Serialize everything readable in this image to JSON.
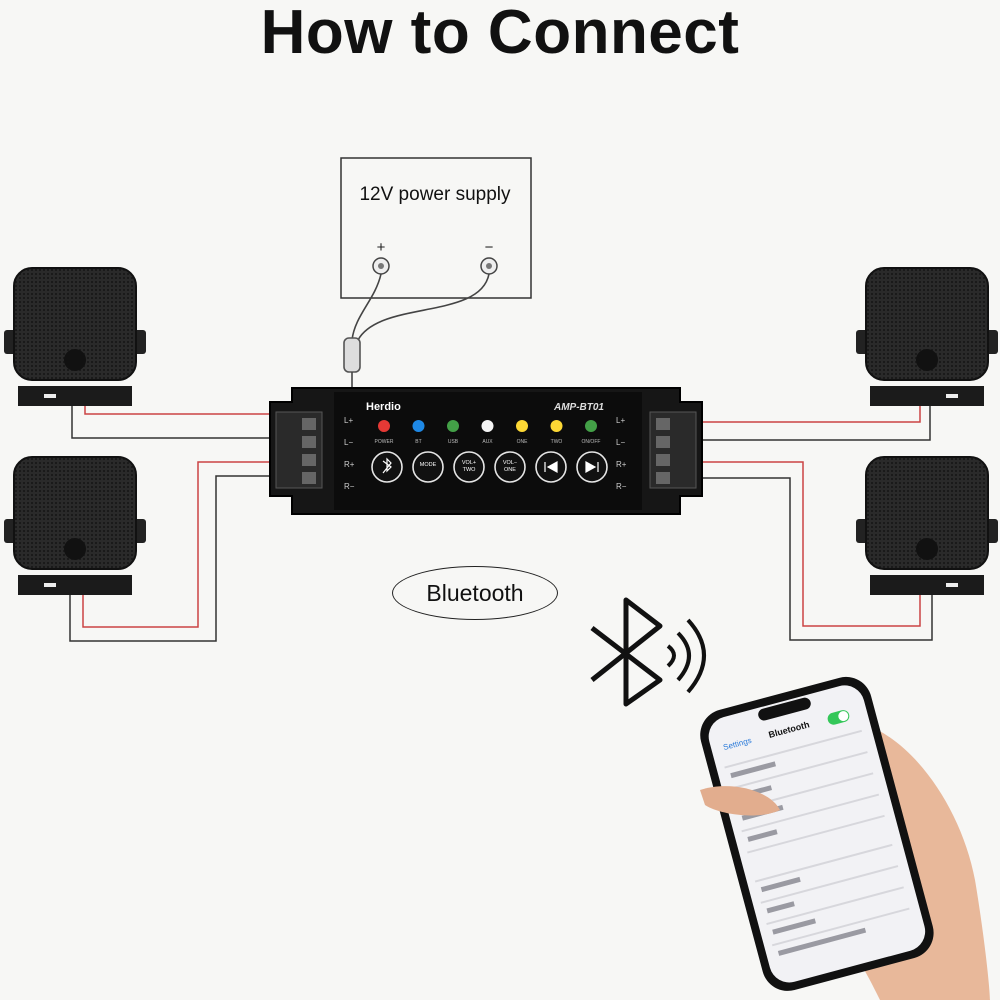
{
  "title": "How to Connect",
  "power_supply": {
    "label": "12V power supply",
    "plus": "+",
    "minus": "−"
  },
  "amplifier": {
    "brand": "Herdio",
    "model": "AMP-BT01",
    "left_channels": [
      "L+",
      "L−",
      "R+",
      "R−"
    ],
    "right_channels": [
      "L+",
      "L−",
      "R+",
      "R−"
    ],
    "leds": [
      {
        "label": "POWER",
        "color": "#e53935"
      },
      {
        "label": "BT",
        "color": "#1e88e5"
      },
      {
        "label": "USB",
        "color": "#43a047"
      },
      {
        "label": "AUX",
        "color": "#f5f5f5"
      },
      {
        "label": "ONE",
        "color": "#fdd835"
      },
      {
        "label": "TWO",
        "color": "#fdd835"
      },
      {
        "label": "ON/OFF",
        "color": "#43a047"
      }
    ],
    "buttons": [
      {
        "label": "bluetooth-icon"
      },
      {
        "label": "MODE"
      },
      {
        "label": "VOL+ / TWO"
      },
      {
        "label": "VOL− / ONE"
      },
      {
        "label": "prev-icon"
      },
      {
        "label": "next-icon"
      }
    ]
  },
  "speakers": [
    "speaker-top-left",
    "speaker-bottom-left",
    "speaker-top-right",
    "speaker-bottom-right"
  ],
  "bluetooth_label": "Bluetooth",
  "phone": {
    "header": "Bluetooth",
    "back": "Settings"
  }
}
